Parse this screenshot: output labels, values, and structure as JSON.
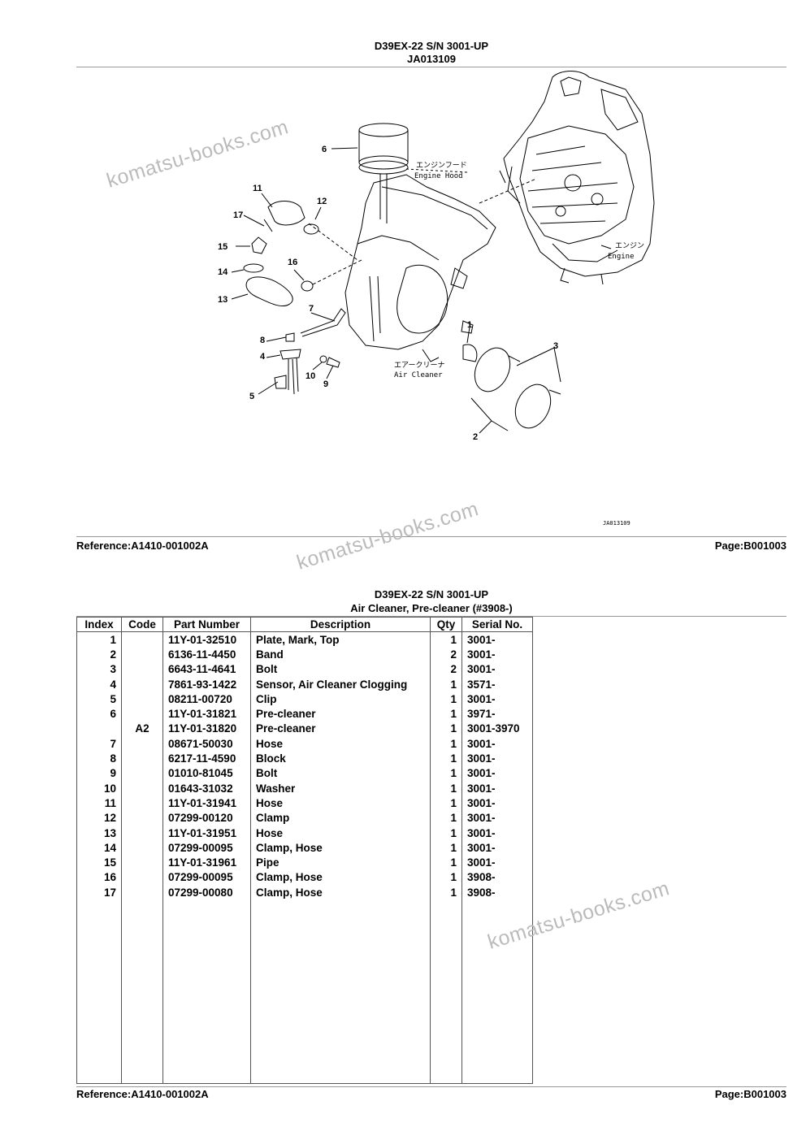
{
  "page1": {
    "title": "D39EX-22 S/N 3001-UP",
    "illustration_no": "JA013109",
    "reference": "Reference:A1410-001002A",
    "page": "Page:B001003",
    "callouts": [
      "1",
      "2",
      "3",
      "4",
      "5",
      "6",
      "7",
      "8",
      "9",
      "10",
      "11",
      "12",
      "13",
      "14",
      "15",
      "16",
      "17"
    ],
    "labels": {
      "engine_hood_jp": "エンジンフード",
      "engine_hood_en": "Engine Hood",
      "engine_jp": "エンジン",
      "engine_en": "Engine",
      "air_cleaner_jp": "エアークリーナ",
      "air_cleaner_en": "Air Cleaner",
      "small_code": "JA013109"
    }
  },
  "page2": {
    "title": "D39EX-22 S/N 3001-UP",
    "subtitle": "Air Cleaner, Pre-cleaner (#3908-)",
    "reference": "Reference:A1410-001002A",
    "page": "Page:B001003",
    "columns": [
      "Index",
      "Code",
      "Part Number",
      "Description",
      "Qty",
      "Serial No."
    ],
    "rows": [
      [
        "1",
        "",
        "11Y-01-32510",
        "Plate, Mark, Top",
        "1",
        "3001-"
      ],
      [
        "2",
        "",
        "6136-11-4450",
        "Band",
        "2",
        "3001-"
      ],
      [
        "3",
        "",
        "6643-11-4641",
        "Bolt",
        "2",
        "3001-"
      ],
      [
        "4",
        "",
        "7861-93-1422",
        "Sensor, Air Cleaner Clogging",
        "1",
        "3571-"
      ],
      [
        "5",
        "",
        "08211-00720",
        "Clip",
        "1",
        "3001-"
      ],
      [
        "6",
        "",
        "11Y-01-31821",
        "Pre-cleaner",
        "1",
        "3971-"
      ],
      [
        "",
        "A2",
        "11Y-01-31820",
        "Pre-cleaner",
        "1",
        "3001-3970"
      ],
      [
        "7",
        "",
        "08671-50030",
        "Hose",
        "1",
        "3001-"
      ],
      [
        "8",
        "",
        "6217-11-4590",
        "Block",
        "1",
        "3001-"
      ],
      [
        "9",
        "",
        "01010-81045",
        "Bolt",
        "1",
        "3001-"
      ],
      [
        "10",
        "",
        "01643-31032",
        "Washer",
        "1",
        "3001-"
      ],
      [
        "11",
        "",
        "11Y-01-31941",
        "Hose",
        "1",
        "3001-"
      ],
      [
        "12",
        "",
        "07299-00120",
        "Clamp",
        "1",
        "3001-"
      ],
      [
        "13",
        "",
        "11Y-01-31951",
        "Hose",
        "1",
        "3001-"
      ],
      [
        "14",
        "",
        "07299-00095",
        "Clamp, Hose",
        "1",
        "3001-"
      ],
      [
        "15",
        "",
        "11Y-01-31961",
        "Pipe",
        "1",
        "3001-"
      ],
      [
        "16",
        "",
        "07299-00095",
        "Clamp, Hose",
        "1",
        "3908-"
      ],
      [
        "17",
        "",
        "07299-00080",
        "Clamp, Hose",
        "1",
        "3908-"
      ]
    ]
  },
  "watermark": "komatsu-books.com"
}
